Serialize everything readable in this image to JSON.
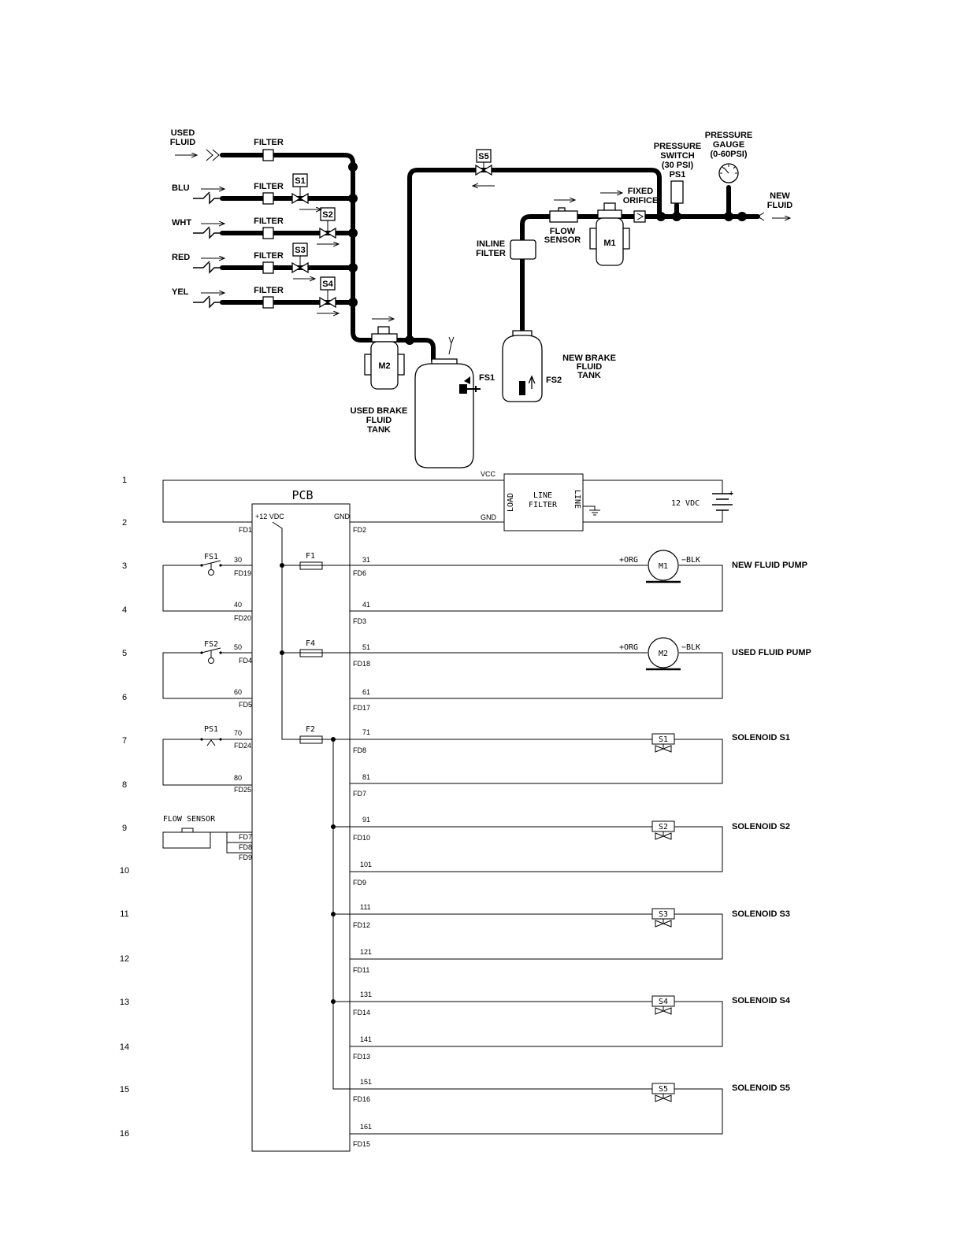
{
  "hydraulic": {
    "used_fluid": [
      "USED",
      "FLUID"
    ],
    "filter": "FILTER",
    "lines": [
      "BLU",
      "WHT",
      "RED",
      "YEL"
    ],
    "solenoids": [
      "S1",
      "S2",
      "S3",
      "S4",
      "S5"
    ],
    "m2": "M2",
    "m1": "M1",
    "used_tank": [
      "USED BRAKE",
      "FLUID",
      "TANK"
    ],
    "fs1": "FS1",
    "fs2": "FS2",
    "new_tank": [
      "NEW BRAKE",
      "FLUID",
      "TANK"
    ],
    "inline_filter": [
      "INLINE",
      "FILTER"
    ],
    "flow_sensor": [
      "FLOW",
      "SENSOR"
    ],
    "fixed_orifice": [
      "FIXED",
      "ORIFICE"
    ],
    "pressure_switch": [
      "PRESSURE",
      "SWITCH",
      "(30 PSI)",
      "PS1"
    ],
    "pressure_gauge": [
      "PRESSURE",
      "GAUGE",
      "(0-60PSI)"
    ],
    "new_fluid": [
      "NEW",
      "FLUID"
    ]
  },
  "schematic": {
    "row_numbers": [
      "1",
      "2",
      "3",
      "4",
      "5",
      "6",
      "7",
      "8",
      "9",
      "10",
      "11",
      "12",
      "13",
      "14",
      "15",
      "16"
    ],
    "pcb": "PCB",
    "vcc": "VCC",
    "gnd": "GND",
    "plus12": "+12 VDC",
    "line_filter": [
      "LINE",
      "FILTER"
    ],
    "load": "LOAD",
    "line": "LINE",
    "battery": "12 VDC",
    "plus": "+",
    "fuses": [
      "F1",
      "F4",
      "F2"
    ],
    "switches": [
      "FS1",
      "FS2",
      "PS1"
    ],
    "flow_sensor": "FLOW SENSOR",
    "connectors": [
      "FD1",
      "FD2",
      "FD19",
      "FD20",
      "FD4",
      "FD5",
      "FD24",
      "FD25",
      "FD7",
      "FD8",
      "FD9",
      "FD6",
      "FD3",
      "FD18",
      "FD17",
      "FD8",
      "FD7",
      "FD10",
      "FD9",
      "FD12",
      "FD11",
      "FD14",
      "FD13",
      "FD16",
      "FD15"
    ],
    "wires_left": [
      "30",
      "40",
      "50",
      "60",
      "70",
      "80"
    ],
    "wires_right": [
      "31",
      "41",
      "51",
      "61",
      "71",
      "81",
      "91",
      "101",
      "111",
      "121",
      "131",
      "141",
      "151",
      "161"
    ],
    "motor_pos": "+ORG",
    "motor_neg": "−BLK",
    "motors": [
      "M1",
      "M2"
    ],
    "solenoids": [
      "S1",
      "S2",
      "S3",
      "S4",
      "S5"
    ],
    "loads": [
      "NEW FLUID PUMP",
      "USED FLUID PUMP",
      "SOLENOID S1",
      "SOLENOID S2",
      "SOLENOID S3",
      "SOLENOID S4",
      "SOLENOID S5"
    ]
  }
}
